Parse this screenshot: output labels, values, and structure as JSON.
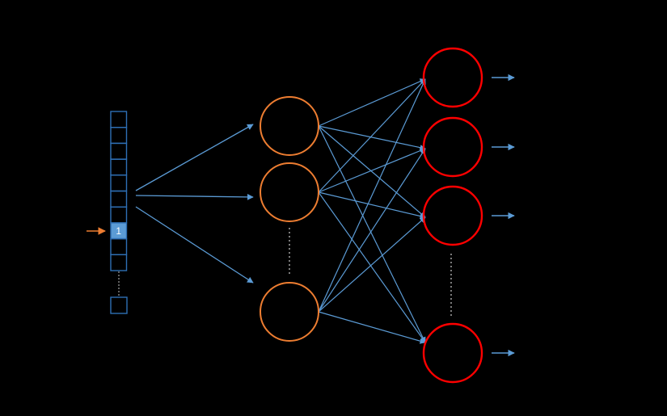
{
  "diagram": {
    "input_vector": {
      "cells": 10,
      "active_cell_index": 7,
      "active_cell_label": "1",
      "extra_cell": true
    },
    "hidden_layer": {
      "visible_nodes": 3,
      "ellipsis": true
    },
    "output_layer": {
      "visible_nodes": 4,
      "ellipsis": true
    },
    "colors": {
      "background": "#000000",
      "input_cell_stroke": "#2e6fb5",
      "active_cell_fill": "#5b9bd5",
      "active_cell_text": "#ffffff",
      "pointer_arrow": "#ed7d31",
      "connection": "#5b9bd5",
      "hidden_node": "#ed7d31",
      "output_node": "#ff0000",
      "output_arrow": "#5b9bd5",
      "dotted_line": "#b0b0b0"
    }
  }
}
